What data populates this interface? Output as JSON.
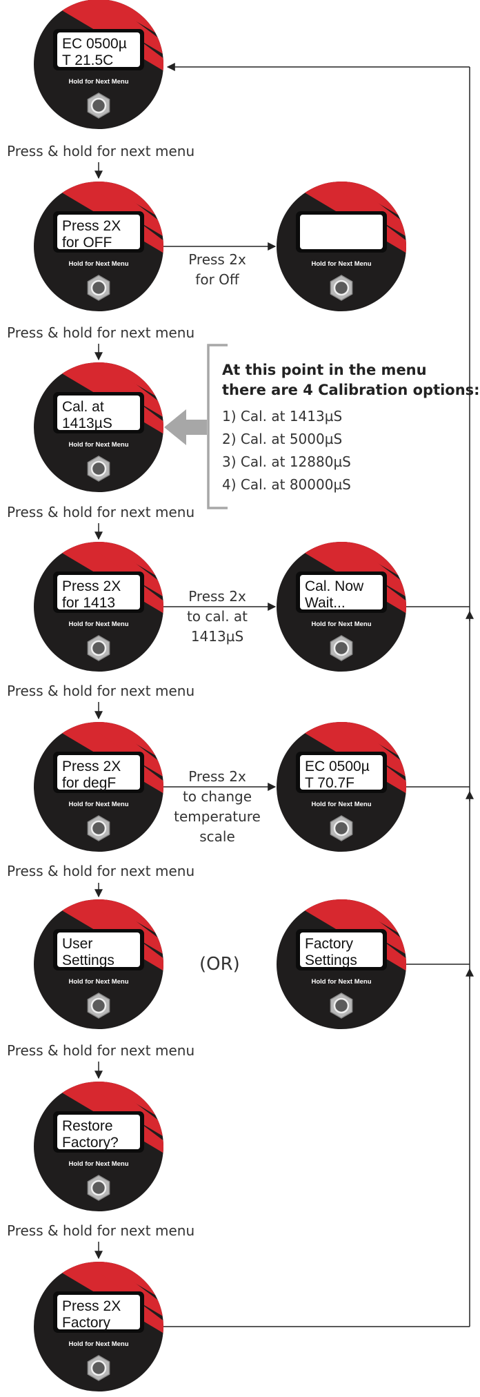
{
  "devices": [
    {
      "id": "d1",
      "line1": "EC 0500µ",
      "line2": "T 21.5C",
      "button_label": "Hold for Next Menu"
    },
    {
      "id": "d2",
      "line1": "Press 2X",
      "line2": "for OFF",
      "button_label": "Hold for Next Menu"
    },
    {
      "id": "d2r",
      "line1": "",
      "line2": "",
      "button_label": "Hold for Next Menu"
    },
    {
      "id": "d3",
      "line1": "Cal. at",
      "line2": "1413µS",
      "button_label": "Hold for Next Menu"
    },
    {
      "id": "d4",
      "line1": "Press 2X",
      "line2": "for 1413",
      "button_label": "Hold for Next Menu"
    },
    {
      "id": "d4r",
      "line1": "Cal. Now",
      "line2": "Wait...",
      "button_label": "Hold for Next Menu"
    },
    {
      "id": "d5",
      "line1": "Press 2X",
      "line2": "for degF",
      "button_label": "Hold for Next Menu"
    },
    {
      "id": "d5r",
      "line1": "EC  0500µ",
      "line2": "T     70.7F",
      "button_label": "Hold for Next Menu"
    },
    {
      "id": "d6",
      "line1": "User",
      "line2": "Settings",
      "button_label": "Hold for Next Menu"
    },
    {
      "id": "d6r",
      "line1": "Factory",
      "line2": "Settings",
      "button_label": "Hold for Next Menu"
    },
    {
      "id": "d7",
      "line1": "Restore",
      "line2": "Factory?",
      "button_label": "Hold for Next Menu"
    },
    {
      "id": "d8",
      "line1": "Press 2X",
      "line2": "Factory",
      "button_label": "Hold for Next Menu"
    }
  ],
  "step_labels": [
    "Press & hold for next menu",
    "Press & hold for next menu",
    "Press & hold for next menu",
    "Press & hold for next menu",
    "Press & hold for next menu",
    "Press & hold for next menu",
    "Press & hold for next menu"
  ],
  "side_labels": {
    "off": [
      "Press 2x",
      "for Off"
    ],
    "cal": [
      "Press 2x",
      "to cal. at",
      "1413µS"
    ],
    "temp": [
      "Press 2x",
      "to change",
      "temperature",
      "scale"
    ]
  },
  "or_label": "(OR)",
  "callout": {
    "title_line1": "At this point in the menu",
    "title_line2": "there are 4 Calibration options:",
    "options": [
      "1) Cal. at 1413µS",
      "2) Cal. at 5000µS",
      "3) Cal. at 12880µS",
      "4) Cal. at 80000µS"
    ]
  },
  "colors": {
    "device_body": "#1f1d1d",
    "stripe_red": "#d7282f",
    "screen_bg": "#ffffff",
    "button_metal": "#b8b8b8",
    "arrow_gray": "#a7a7a7",
    "line": "#222222"
  }
}
